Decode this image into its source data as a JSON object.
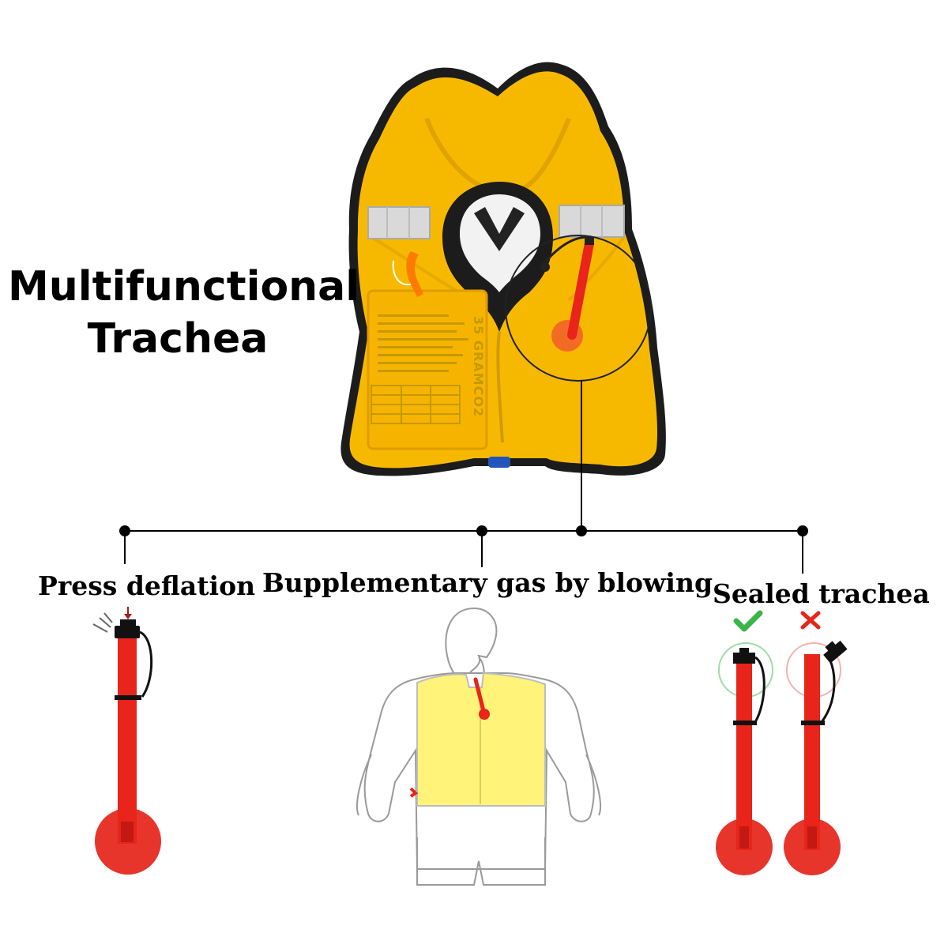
{
  "title": {
    "line1": "Multifunctional",
    "line2": "Trachea"
  },
  "labels": {
    "press_deflation": "Press deflation",
    "supplementary_gas": "Bupplementary gas by blowing",
    "sealed_trachea": "Sealed trachea"
  },
  "vest_print": {
    "canister": "35 GRAMCO2"
  },
  "colors": {
    "vest_yellow": "#f7b900",
    "vest_edge": "#1c1c1c",
    "tube_red": "#e8241b",
    "disc_red": "#e8352b",
    "check_green": "#3ab54a",
    "cross_red": "#e8241b",
    "figure_vest": "#fff37a"
  },
  "icons": {
    "correct": "check-mark-icon",
    "incorrect": "cross-mark-icon"
  }
}
